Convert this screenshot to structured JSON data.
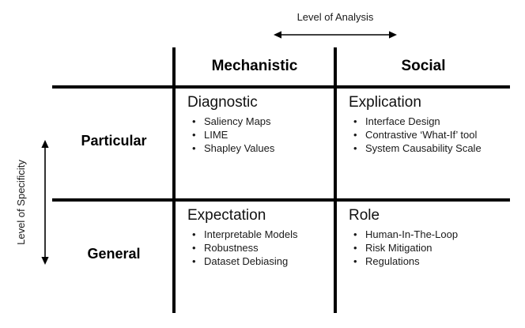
{
  "axes": {
    "horizontal": {
      "label": "Level of Analysis",
      "arrow": "double-headed-horizontal-arrow"
    },
    "vertical": {
      "label": "Level of Specificity",
      "arrow": "double-headed-vertical-arrow"
    }
  },
  "columns": [
    {
      "label": "Mechanistic"
    },
    {
      "label": "Social"
    }
  ],
  "rows": [
    {
      "label": "Particular"
    },
    {
      "label": "General"
    }
  ],
  "quadrants": {
    "particular_mechanistic": {
      "title": "Diagnostic",
      "items": [
        "Saliency Maps",
        "LIME",
        "Shapley Values"
      ]
    },
    "particular_social": {
      "title": "Explication",
      "items": [
        "Interface Design",
        "Contrastive ‘What-If’ tool",
        "System Causability Scale"
      ]
    },
    "general_mechanistic": {
      "title": "Expectation",
      "items": [
        "Interpretable Models",
        "Robustness",
        "Dataset Debiasing"
      ]
    },
    "general_social": {
      "title": "Role",
      "items": [
        "Human-In-The-Loop",
        "Risk Mitigation",
        "Regulations"
      ]
    }
  },
  "bullet_glyph": "•",
  "colors": {
    "background": "#ffffff",
    "ink": "#000000",
    "body_text": "#1a1a1a"
  }
}
